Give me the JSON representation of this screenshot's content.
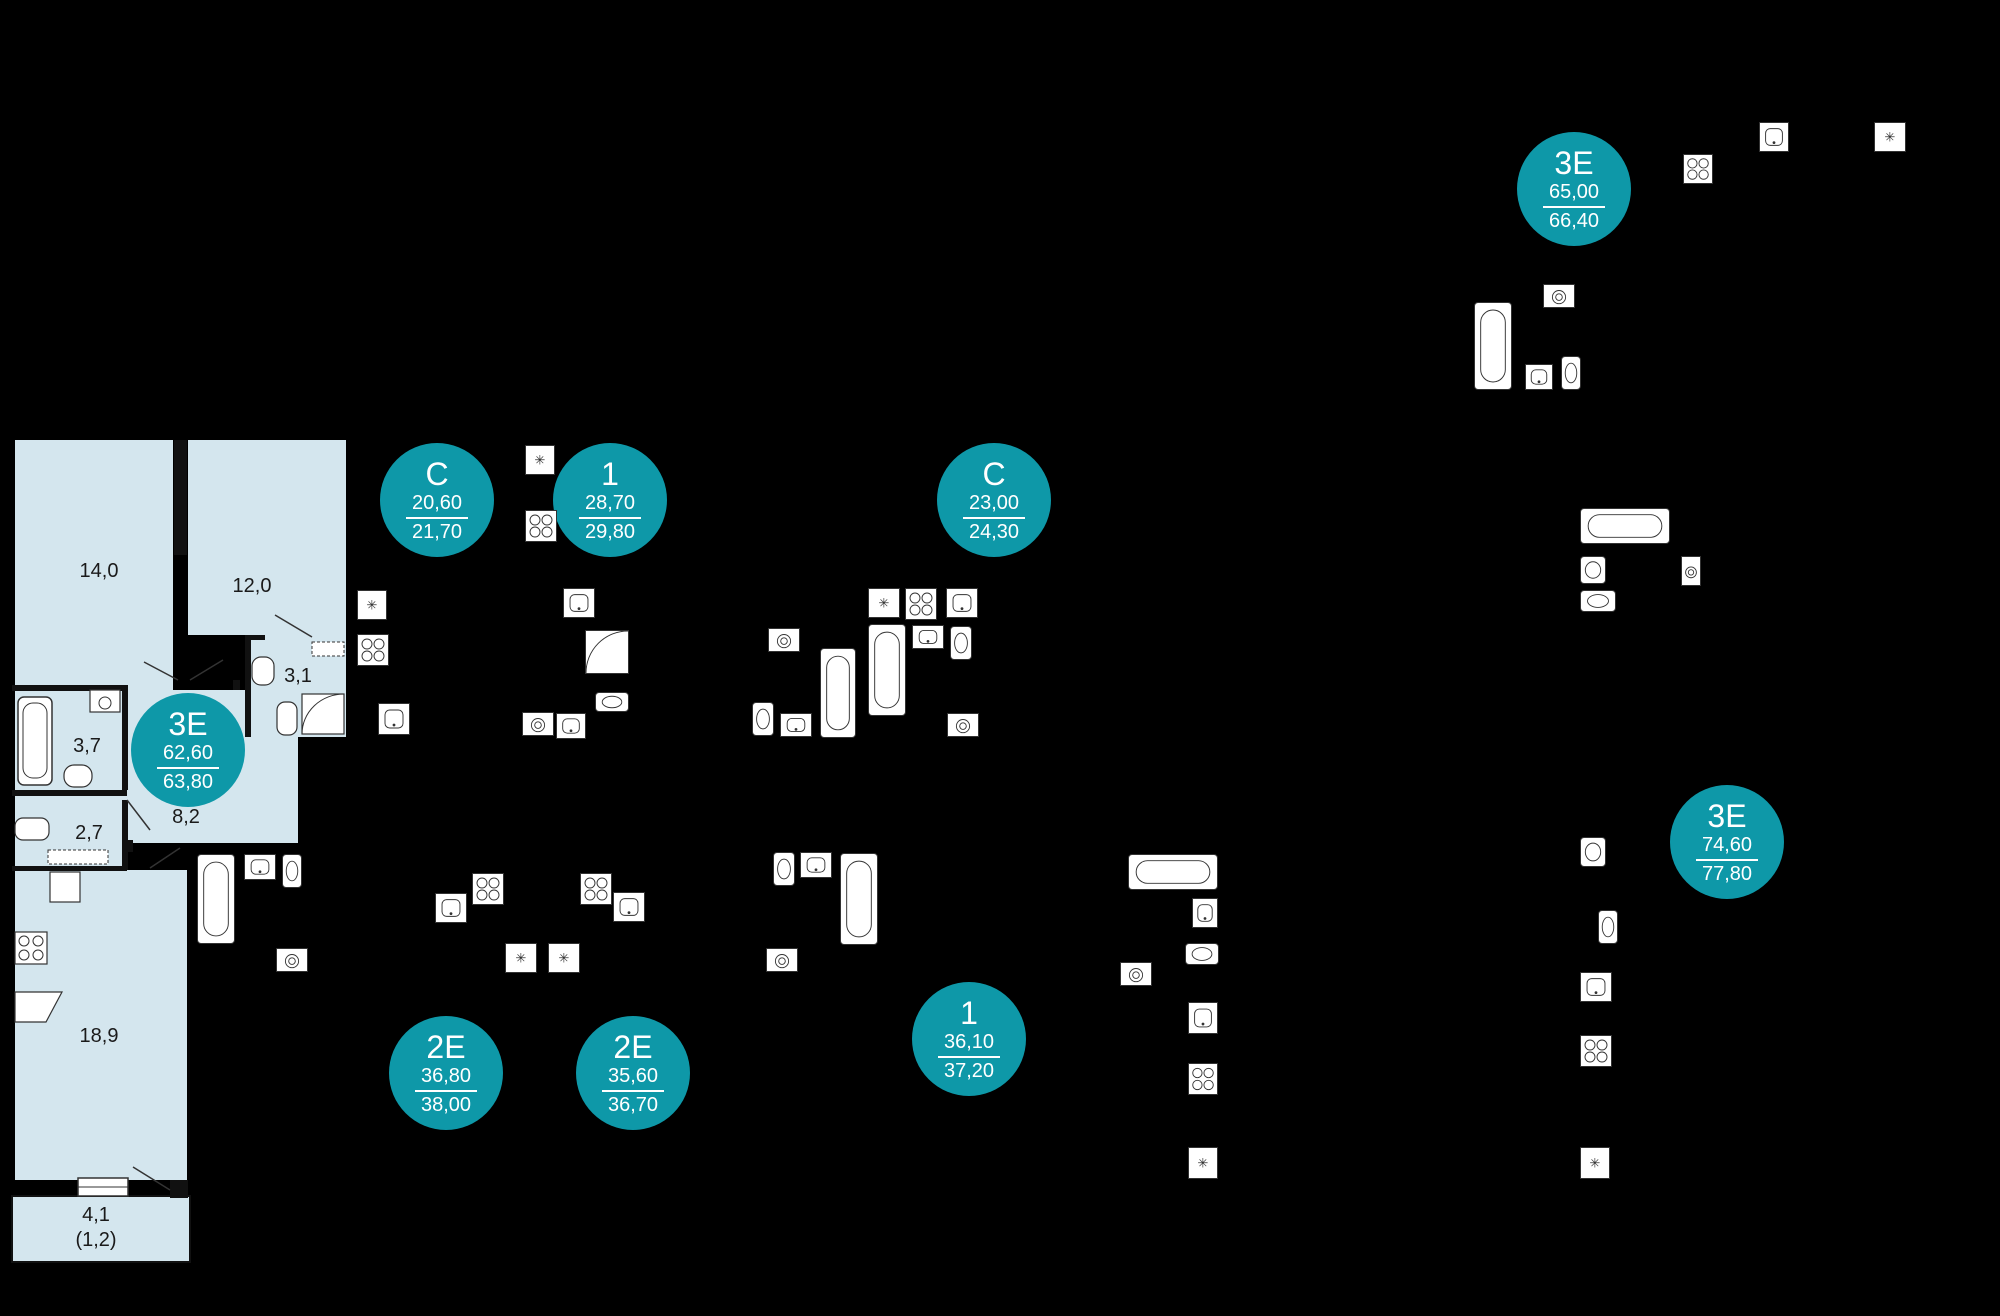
{
  "colors": {
    "background": "#000000",
    "room_fill": "#d4e6ee",
    "badge": "#0e98a8",
    "wall": "#111111",
    "fixture_fill": "#ffffff"
  },
  "apartments": [
    {
      "type": "3E",
      "area": "65,00",
      "total": "66,40"
    },
    {
      "type": "C",
      "area": "20,60",
      "total": "21,70"
    },
    {
      "type": "1",
      "area": "28,70",
      "total": "29,80"
    },
    {
      "type": "C",
      "area": "23,00",
      "total": "24,30"
    },
    {
      "type": "3E",
      "area": "62,60",
      "total": "63,80"
    },
    {
      "type": "3E",
      "area": "74,60",
      "total": "77,80"
    },
    {
      "type": "1",
      "area": "36,10",
      "total": "37,20"
    },
    {
      "type": "2E",
      "area": "36,80",
      "total": "38,00"
    },
    {
      "type": "2E",
      "area": "35,60",
      "total": "36,70"
    }
  ],
  "rooms": [
    {
      "label": "14,0"
    },
    {
      "label": "12,0"
    },
    {
      "label": "3,1"
    },
    {
      "label": "3,7"
    },
    {
      "label": "8,2"
    },
    {
      "label": "2,7"
    },
    {
      "label": "18,9"
    },
    {
      "label": "4,1"
    },
    {
      "label": "(1,2)"
    }
  ],
  "fixture_icons": [
    "bathtub-icon",
    "toilet-icon",
    "sink-icon",
    "washing-machine-icon",
    "stove-icon",
    "fan-icon",
    "shower-icon"
  ]
}
